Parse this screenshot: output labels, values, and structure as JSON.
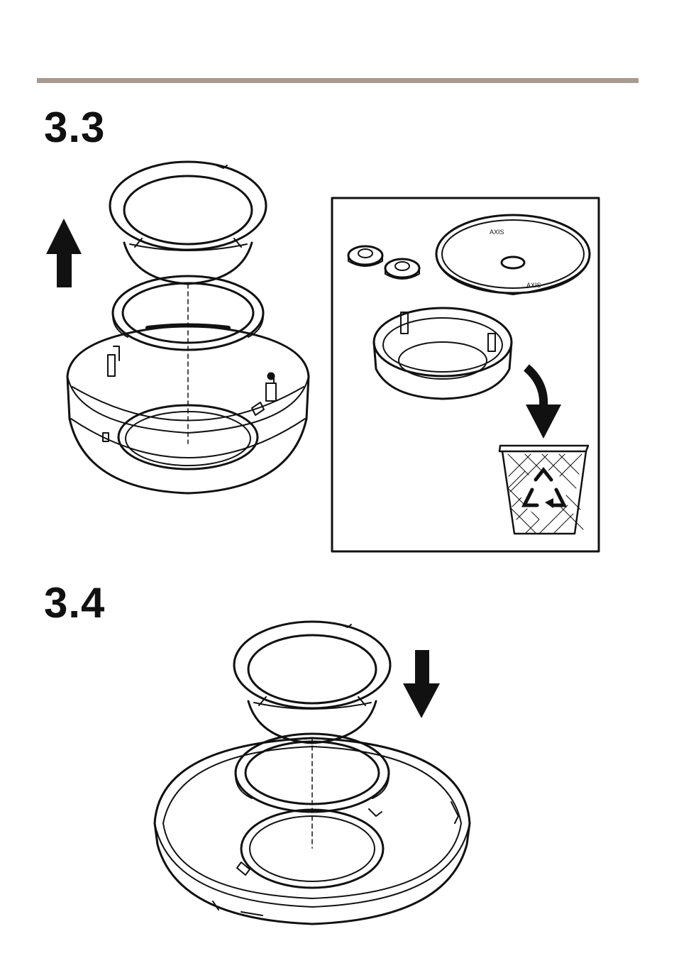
{
  "colors": {
    "rule": "#a89a8c",
    "ink": "#111111"
  },
  "steps": [
    {
      "label": "3.3"
    },
    {
      "label": "3.4"
    }
  ],
  "illustrations": {
    "step_3_3": "lift dome cover with seal ring off camera housing; discard spacers, shield and bottom ring into recycle bin",
    "step_3_4": "lower dome cover with seal ring onto ceiling ring"
  },
  "icons": [
    "arrow-up-icon",
    "arrow-down-icon",
    "curved-arrow-icon",
    "recycle-bin-icon",
    "recycle-icon"
  ],
  "logo_text": "AXIS"
}
